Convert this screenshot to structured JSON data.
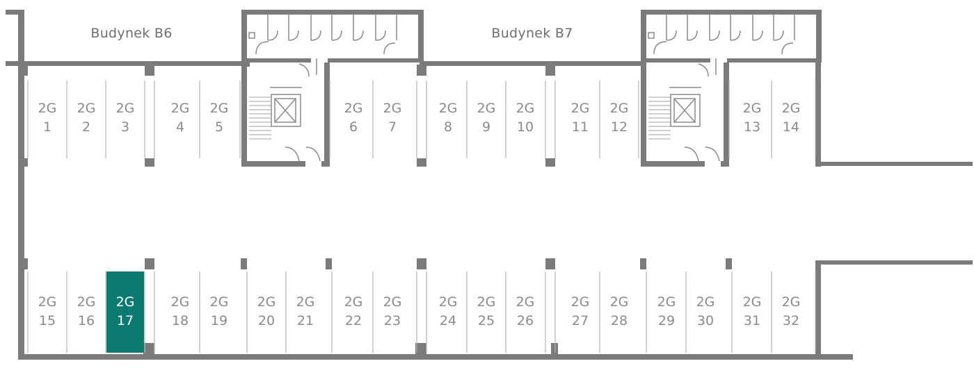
{
  "buildings": [
    {
      "id": "B6",
      "label": "Budynek B6"
    },
    {
      "id": "B7",
      "label": "Budynek B7"
    }
  ],
  "colors": {
    "wall": "#7b7b7b",
    "divider": "#b4b4b4",
    "label": "#8a8a8a",
    "selected_fill": "#0d7a72",
    "selected_text": "#ffffff"
  },
  "spots": [
    {
      "number": "1",
      "prefix": "2G"
    },
    {
      "number": "2",
      "prefix": "2G"
    },
    {
      "number": "3",
      "prefix": "2G"
    },
    {
      "number": "4",
      "prefix": "2G"
    },
    {
      "number": "5",
      "prefix": "2G"
    },
    {
      "number": "6",
      "prefix": "2G"
    },
    {
      "number": "7",
      "prefix": "2G"
    },
    {
      "number": "8",
      "prefix": "2G"
    },
    {
      "number": "9",
      "prefix": "2G"
    },
    {
      "number": "10",
      "prefix": "2G"
    },
    {
      "number": "11",
      "prefix": "2G"
    },
    {
      "number": "12",
      "prefix": "2G"
    },
    {
      "number": "13",
      "prefix": "2G"
    },
    {
      "number": "14",
      "prefix": "2G"
    },
    {
      "number": "15",
      "prefix": "2G"
    },
    {
      "number": "16",
      "prefix": "2G"
    },
    {
      "number": "17",
      "prefix": "2G",
      "selected": true
    },
    {
      "number": "18",
      "prefix": "2G"
    },
    {
      "number": "19",
      "prefix": "2G"
    },
    {
      "number": "20",
      "prefix": "2G"
    },
    {
      "number": "21",
      "prefix": "2G"
    },
    {
      "number": "22",
      "prefix": "2G"
    },
    {
      "number": "23",
      "prefix": "2G"
    },
    {
      "number": "24",
      "prefix": "2G"
    },
    {
      "number": "25",
      "prefix": "2G"
    },
    {
      "number": "26",
      "prefix": "2G"
    },
    {
      "number": "27",
      "prefix": "2G"
    },
    {
      "number": "28",
      "prefix": "2G"
    },
    {
      "number": "29",
      "prefix": "2G"
    },
    {
      "number": "30",
      "prefix": "2G"
    },
    {
      "number": "31",
      "prefix": "2G"
    },
    {
      "number": "32",
      "prefix": "2G"
    }
  ]
}
